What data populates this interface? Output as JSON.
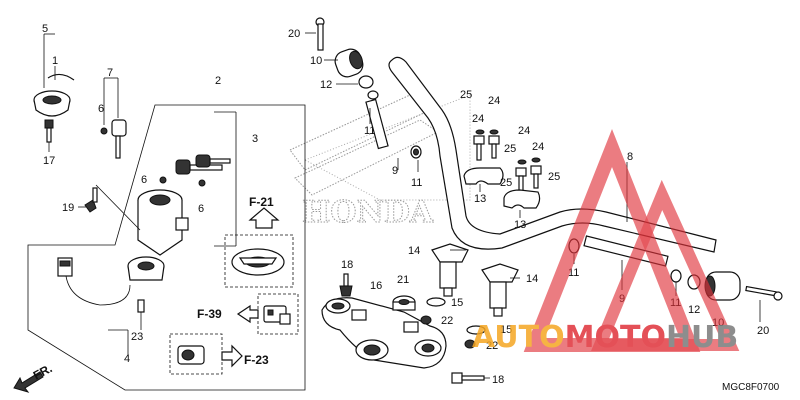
{
  "diagram": {
    "code": "MGC8F0700",
    "brand_mark": "HONDA",
    "direction_label": "FR.",
    "callouts": {
      "c1": "1",
      "c2": "2",
      "c3": "3",
      "c4": "4",
      "c5": "5",
      "c6a": "6",
      "c6b": "6",
      "c6c": "6",
      "c7": "7",
      "c8": "8",
      "c9a": "9",
      "c9b": "9",
      "c10a": "10",
      "c10b": "10",
      "c11a": "11",
      "c11b": "11",
      "c11c": "11",
      "c11d": "11",
      "c12a": "12",
      "c12b": "12",
      "c13a": "13",
      "c13b": "13",
      "c14a": "14",
      "c14b": "14",
      "c15a": "15",
      "c15b": "15",
      "c16": "16",
      "c17": "17",
      "c18a": "18",
      "c18b": "18",
      "c19": "19",
      "c20a": "20",
      "c20b": "20",
      "c21": "21",
      "c22a": "22",
      "c22b": "22",
      "c23": "23",
      "c24a": "24",
      "c24b": "24",
      "c24c": "24",
      "c24d": "24",
      "c25a": "25",
      "c25b": "25",
      "c25c": "25",
      "c25d": "25"
    },
    "refs": {
      "f21": "F-21",
      "f39": "F-39",
      "f23": "F-23"
    }
  },
  "watermark": {
    "part1": "AUTO",
    "part2": "MOTO",
    "part3": "HUB",
    "color_orange": "#f5a623",
    "color_red": "#e0323a",
    "color_gray": "#7a7a7a"
  }
}
